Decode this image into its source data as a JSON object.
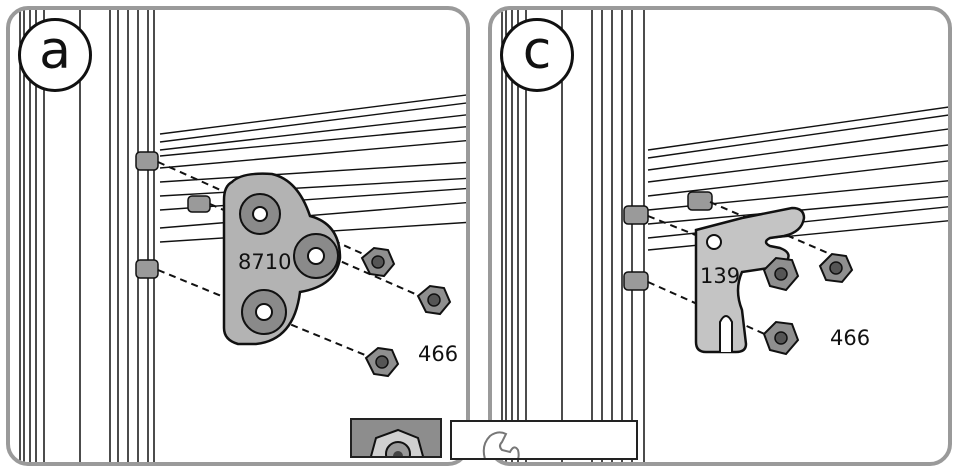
{
  "panel_a": {
    "label": "a",
    "bracket_part_number": "8710",
    "nut_part_number": "466"
  },
  "panel_c": {
    "label": "c",
    "bracket_part_number": "139",
    "nut_part_number": "466"
  },
  "thumbnails": {
    "left_icon": "nut-closeup-icon",
    "right_icon": "wrench-icon"
  },
  "colors": {
    "panel_border": "#9a9a9a",
    "bracket_gray": "#b3b3b3",
    "line_ink": "#111111"
  }
}
